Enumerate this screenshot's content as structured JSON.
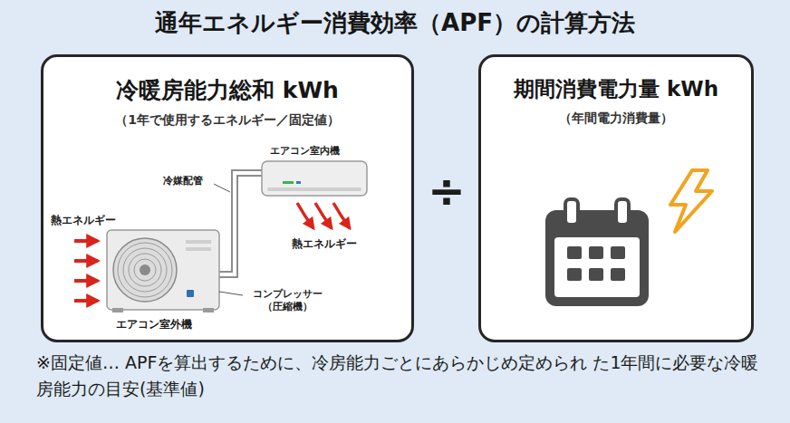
{
  "diagram": {
    "title": "通年エネルギー消費効率（APF）の計算方法",
    "caption": "※固定値… APFを算出するために、冷房能力ごとにあらかじめ定められ た1年間に必要な冷暖房能力の目安(基準値)",
    "nodes": [
      {
        "text": [
          "冷暖房能力総和 kWh",
          "（1年で使用するエネルギー／固定値）"
        ]
      },
      {
        "text": [
          "期間消費電力量 kWh",
          "（年間電力消費量）"
        ]
      }
    ],
    "labels": [
      "エアコン室内機",
      "冷媒配管",
      "熱エネルギー",
      "熱エネルギー",
      "コンプレッサー （圧縮機）",
      "エアコン室外機",
      "÷"
    ]
  }
}
